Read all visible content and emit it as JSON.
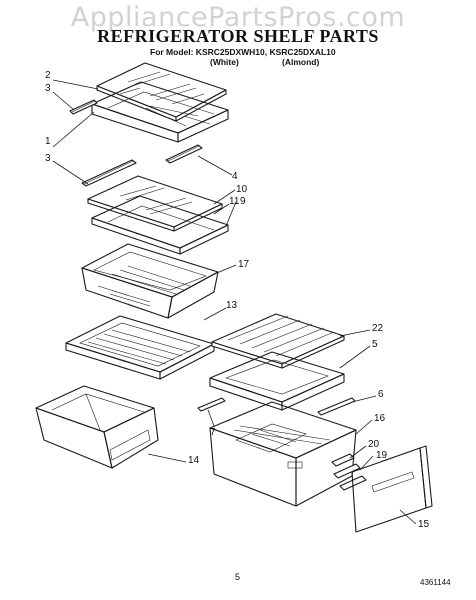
{
  "watermark": "AppliancePartsPros.com",
  "header": {
    "title": "REFRIGERATOR SHELF PARTS",
    "model_line": "For Model: KSRC25DXWH10, KSRC25DXAL10",
    "color_white": "(White)",
    "color_almond": "(Almond)"
  },
  "callouts": {
    "c2": "2",
    "c3_top": "3",
    "c1": "1",
    "c3_mid": "3",
    "c4": "4",
    "c10": "10",
    "c11": "11",
    "c9": "9",
    "c17": "17",
    "c13": "13",
    "c22": "22",
    "c5": "5",
    "c6": "6",
    "c7": "7",
    "c16": "16",
    "c20": "20",
    "c19": "19",
    "c14": "14",
    "c15": "15"
  },
  "footer": {
    "page_number": "5",
    "document_number": "4361144"
  }
}
